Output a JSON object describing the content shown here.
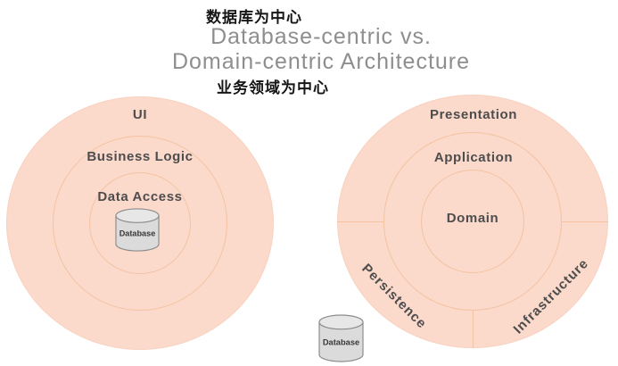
{
  "header": {
    "label_top_zh": "数据库为中心",
    "title_line1": "Database-centric vs.",
    "title_line2": "Domain-centric Architecture",
    "label_bottom_zh": "业务领域为中心"
  },
  "left_diagram": {
    "name": "Database-centric architecture",
    "rings": [
      {
        "label": "UI"
      },
      {
        "label": "Business Logic"
      },
      {
        "label": "Data Access"
      }
    ],
    "database_label": "Database"
  },
  "right_diagram": {
    "name": "Domain-centric architecture",
    "rings": [
      {
        "label": "Presentation"
      },
      {
        "label": "Application"
      },
      {
        "label": "Domain"
      }
    ],
    "outer_sectors": [
      {
        "label": "Persistence",
        "rotation_deg": 45
      },
      {
        "label": "Infrastructure",
        "rotation_deg": -45
      }
    ],
    "database_label": "Database"
  },
  "colors": {
    "circle_fill": "#FBD9CB",
    "ring_line": "#F4C3A2",
    "title_text": "#8E8E8E",
    "zh_text": "#161616",
    "layer_label_text": "#4D4D4D",
    "cylinder_fill": "#DBDBDB",
    "cylinder_top_fill": "#E7E7E7",
    "cylinder_stroke": "#8C8C8C",
    "cylinder_text": "#383838"
  }
}
